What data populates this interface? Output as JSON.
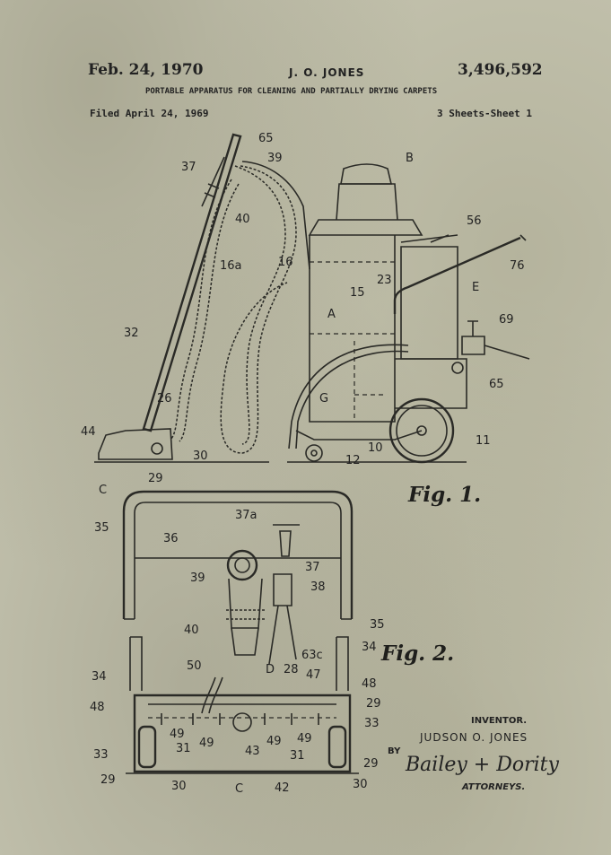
{
  "header": {
    "date": "Feb. 24, 1970",
    "inventor_short": "J. O. JONES",
    "patent_number": "3,496,592",
    "title": "PORTABLE APPARATUS FOR CLEANING AND PARTIALLY DRYING CARPETS",
    "filed": "Filed April 24, 1969",
    "sheets": "3 Sheets-Sheet 1"
  },
  "figures": {
    "fig1_label": "Fig. 1.",
    "fig2_label": "Fig. 2."
  },
  "fig1_refs": [
    "65",
    "39",
    "37",
    "B",
    "40",
    "56",
    "16a",
    "16",
    "76",
    "23",
    "15",
    "E",
    "32",
    "A",
    "69",
    "65",
    "26",
    "G",
    "44",
    "30",
    "10",
    "11",
    "29",
    "12",
    "C"
  ],
  "fig2_refs": [
    "37a",
    "35",
    "36",
    "39",
    "37",
    "38",
    "40",
    "35",
    "63c",
    "34",
    "50",
    "D",
    "28",
    "47",
    "34",
    "48",
    "48",
    "29",
    "49",
    "49",
    "49",
    "49",
    "33",
    "33",
    "31",
    "43",
    "31",
    "29",
    "29",
    "30",
    "C",
    "42",
    "30"
  ],
  "inventor_block": {
    "label": "INVENTOR.",
    "name": "JUDSON O. JONES",
    "by": "BY",
    "signature": "Bailey + Dority",
    "attorneys": "ATTORNEYS."
  },
  "colors": {
    "paper": "#c6c5b1",
    "ink": "#2a2a26"
  }
}
